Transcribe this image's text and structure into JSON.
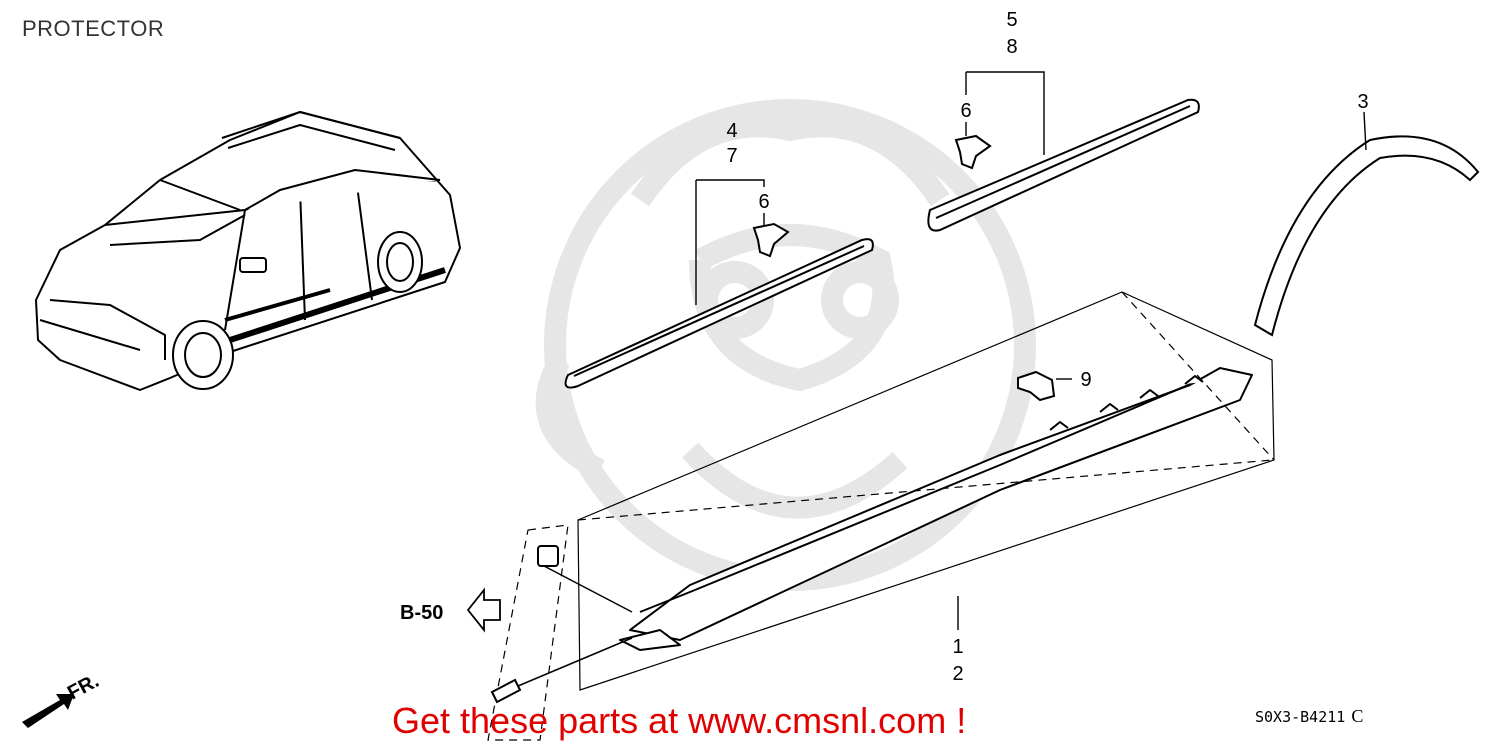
{
  "title": "PROTECTOR",
  "labels": {
    "p1": "1",
    "p2": "2",
    "p3": "3",
    "p4": "4",
    "p5": "5",
    "p6a": "6",
    "p6b": "6",
    "p7": "7",
    "p8": "8",
    "p9": "9"
  },
  "ref_label": "B-50",
  "front_label": "FR.",
  "promo_text": "Get these parts at www.cmsnl.com !",
  "diagram_code": "S0X3-B4211",
  "diagram_rev": "C",
  "colors": {
    "line": "#000000",
    "watermark": "#e6e6e6",
    "promo": "#e00000"
  }
}
